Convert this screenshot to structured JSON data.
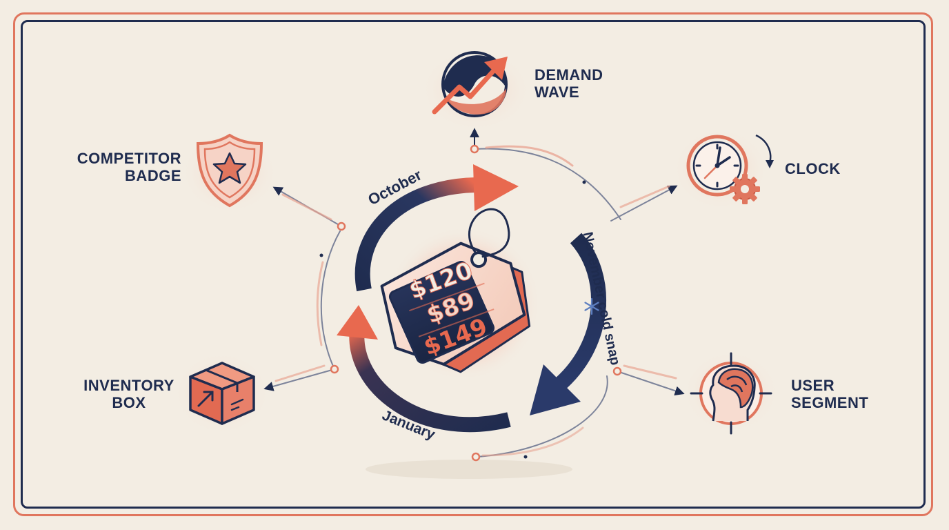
{
  "labels": {
    "demand": [
      "DEMAND",
      "WAVE"
    ],
    "competitor": [
      "COMPETITOR",
      "BADGE"
    ],
    "clock": "CLOCK",
    "inventory": [
      "INVENTORY",
      "BOX"
    ],
    "user_segment": [
      "USER",
      "SEGMENT"
    ]
  },
  "cycle_labels": {
    "october": "October",
    "november": "November cold snap",
    "january": "January"
  },
  "prices": [
    "$120",
    "$89",
    "$149"
  ],
  "icons": [
    "demand-wave-icon",
    "shield-star-icon",
    "clock-gear-icon",
    "box-icon",
    "head-target-icon",
    "price-tag-icon",
    "snowflake-icon"
  ],
  "colors": {
    "navy": "#1f2c4f",
    "coral": "#e0765e",
    "background": "#f3ede3"
  }
}
